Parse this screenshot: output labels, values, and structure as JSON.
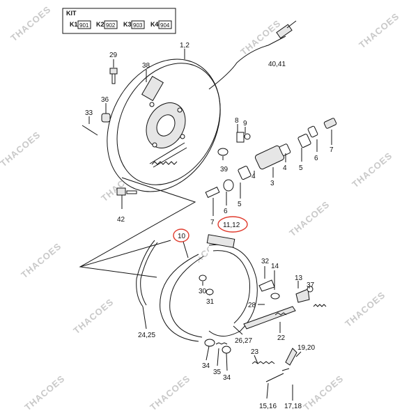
{
  "kit": {
    "title": "KIT",
    "items": [
      {
        "key": "K1",
        "code": "901"
      },
      {
        "key": "K2",
        "code": "902"
      },
      {
        "key": "K3",
        "code": "903"
      },
      {
        "key": "K4",
        "code": "904"
      }
    ]
  },
  "watermark": "THACOES",
  "callouts": {
    "c1_2": "1,2",
    "c40_41": "40,41",
    "c29": "29",
    "c38": "38",
    "c36": "36",
    "c33": "33",
    "c8": "8",
    "c9": "9",
    "c7a": "7",
    "c7b": "7",
    "c39": "39",
    "c4a": "4",
    "c3": "3",
    "c4b": "4",
    "c5a": "5",
    "c5b": "5",
    "c6a": "6",
    "c6b": "6",
    "c42": "42",
    "c10": "10",
    "c11_12": "11,12",
    "c32": "32",
    "c14": "14",
    "c13": "13",
    "c37": "37",
    "c30": "30",
    "c31": "31",
    "c28": "28",
    "c22": "22",
    "c24_25": "24,25",
    "c26_27": "26,27",
    "c23": "23",
    "c19_20": "19,20",
    "c34a": "34",
    "c35": "35",
    "c34b": "34",
    "c15_16": "15,16",
    "c17_18": "17,18"
  },
  "highlight_color": "#e0392b"
}
